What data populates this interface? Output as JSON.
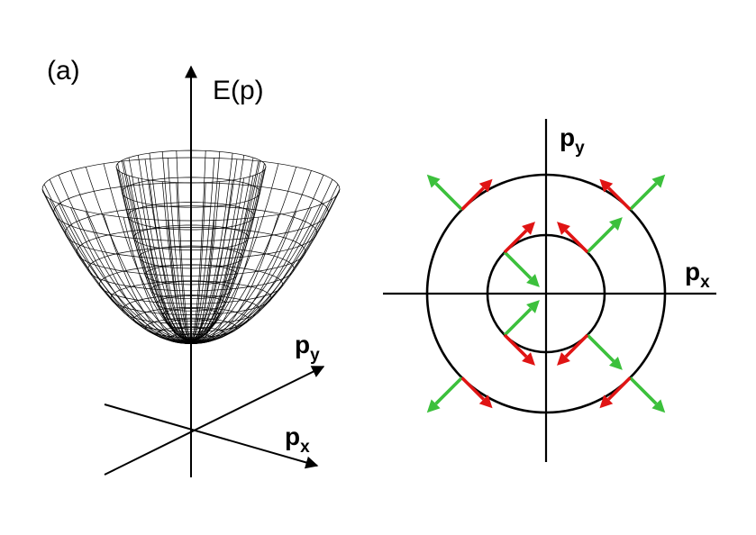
{
  "panel_label": "(a)",
  "left_plot": {
    "energy_label": "E(p)",
    "py_label": "p",
    "py_sub": "y",
    "px_label": "p",
    "px_sub": "x"
  },
  "right_plot": {
    "py_label": "p",
    "py_sub": "y",
    "px_label": "p",
    "px_sub": "x"
  },
  "colors": {
    "green_arrow": "#3cc03c",
    "red_arrow": "#e01414",
    "mesh": "#000000"
  }
}
